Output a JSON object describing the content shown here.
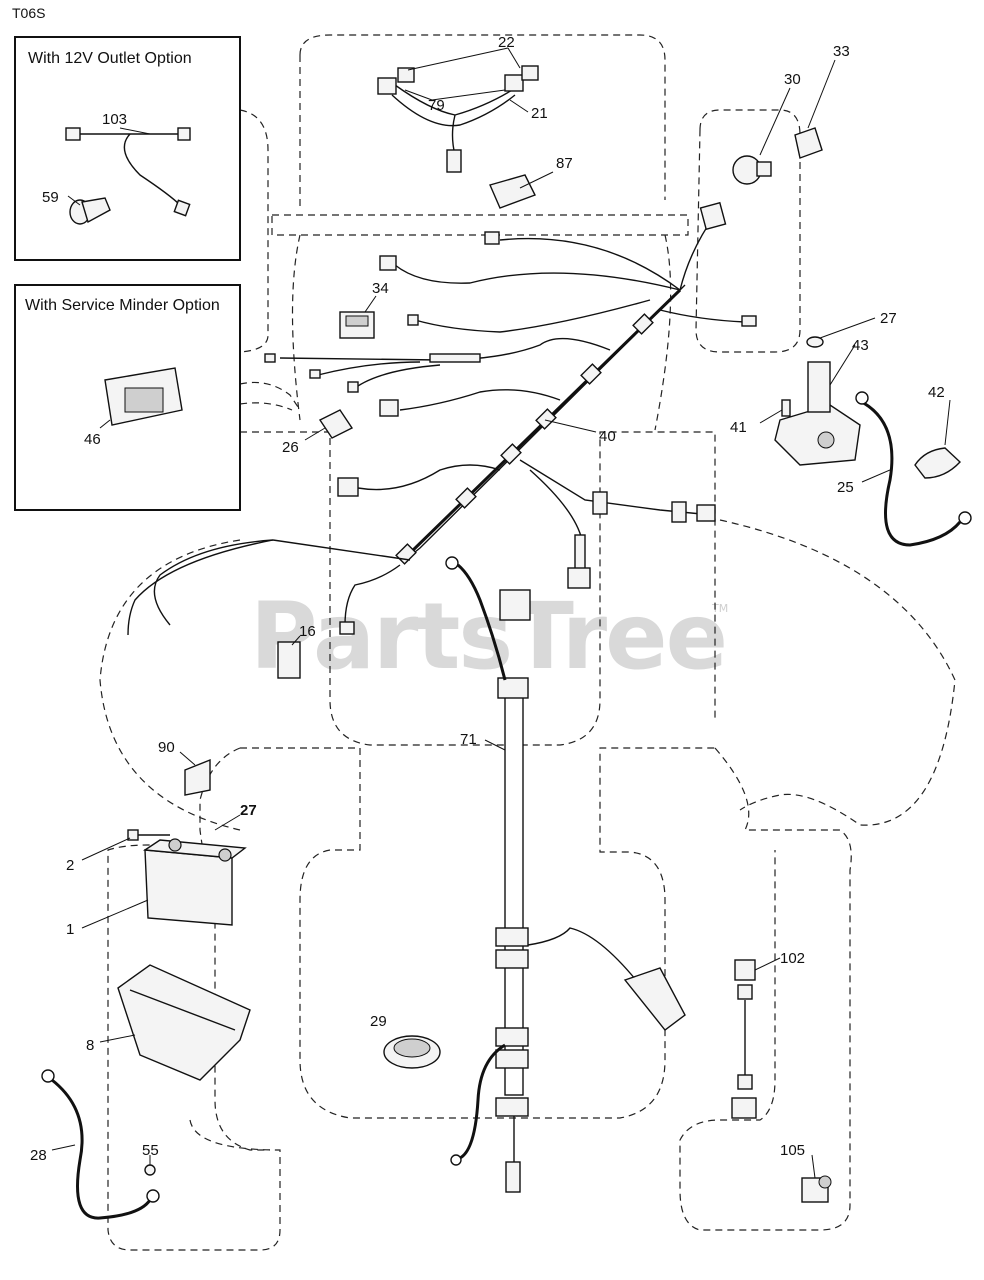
{
  "diagram_code": "T06S",
  "watermark": {
    "text": "PartsTree",
    "tm": "TM"
  },
  "option_boxes": {
    "outlet": {
      "title": "With 12V Outlet Option"
    },
    "minder": {
      "title": "With Service Minder Option"
    }
  },
  "callouts": {
    "c1": "1",
    "c2": "2",
    "c8": "8",
    "c16": "16",
    "c21": "21",
    "c22": "22",
    "c25": "25",
    "c26": "26",
    "c27a": "27",
    "c27b": "27",
    "c28": "28",
    "c29": "29",
    "c30": "30",
    "c33": "33",
    "c34": "34",
    "c40": "40",
    "c41": "41",
    "c42": "42",
    "c43": "43",
    "c46": "46",
    "c55": "55",
    "c59": "59",
    "c71": "71",
    "c79": "79",
    "c87": "87",
    "c90": "90",
    "c102": "102",
    "c103": "103",
    "c105": "105"
  }
}
